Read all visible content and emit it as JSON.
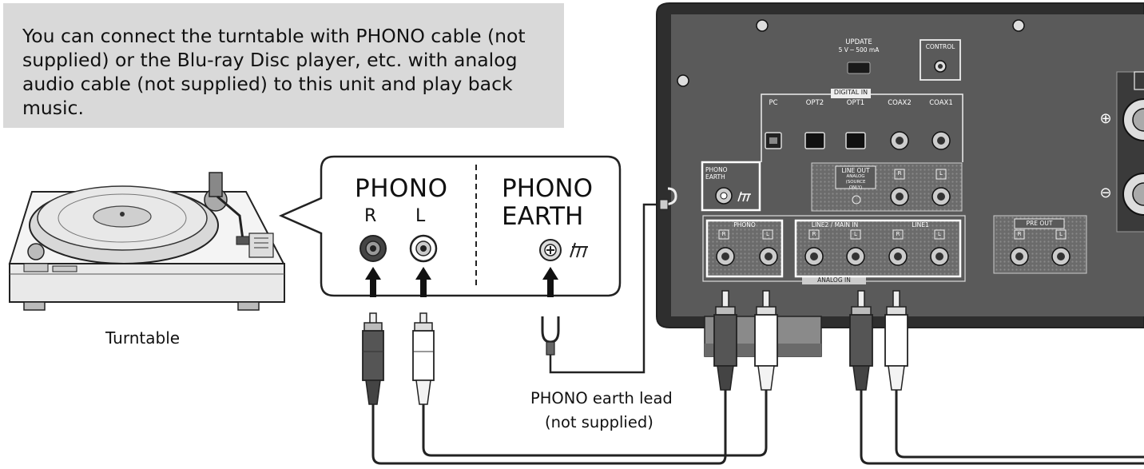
{
  "note": {
    "text": " You can connect the turntable with PHONO cable (not\nsupplied) or the Blu-ray Disc player, etc. with analog\naudio cable (not supplied) to this unit and play back\nmusic."
  },
  "turntable": {
    "caption": "Turntable"
  },
  "callout": {
    "phono_title": "PHONO",
    "r_label": "R",
    "l_label": "L",
    "earth_line1": "PHONO",
    "earth_line2": "EARTH"
  },
  "earth_lead": {
    "caption_line1": "PHONO earth lead",
    "caption_line2": "(not supplied)"
  },
  "rear_panel": {
    "update_label": "UPDATE",
    "update_spec": "5 V ─ 500 mA",
    "control_label": "CONTROL",
    "digital_in_label": "DIGITAL IN",
    "digital_ports": [
      "PC",
      "OPT2",
      "OPT1",
      "COAX2",
      "COAX1"
    ],
    "phono_earth_label": "PHONO EARTH",
    "line_out_label": "LINE OUT",
    "line_out_sub": "ANALOG (SOURCE ONLY)",
    "phono_label": "PHONO",
    "line2_label": "LINE2 / MAIN IN",
    "line1_label": "LINE1",
    "analog_in_label": "ANALOG IN",
    "pre_out_label": "PRE OUT",
    "r_mark": "R",
    "l_mark": "L",
    "plus_mark": "⊕",
    "minus_mark": "⊖"
  },
  "icons": {
    "earth_symbol": "earth-ground-icon",
    "arrow": "arrow-up-icon"
  }
}
